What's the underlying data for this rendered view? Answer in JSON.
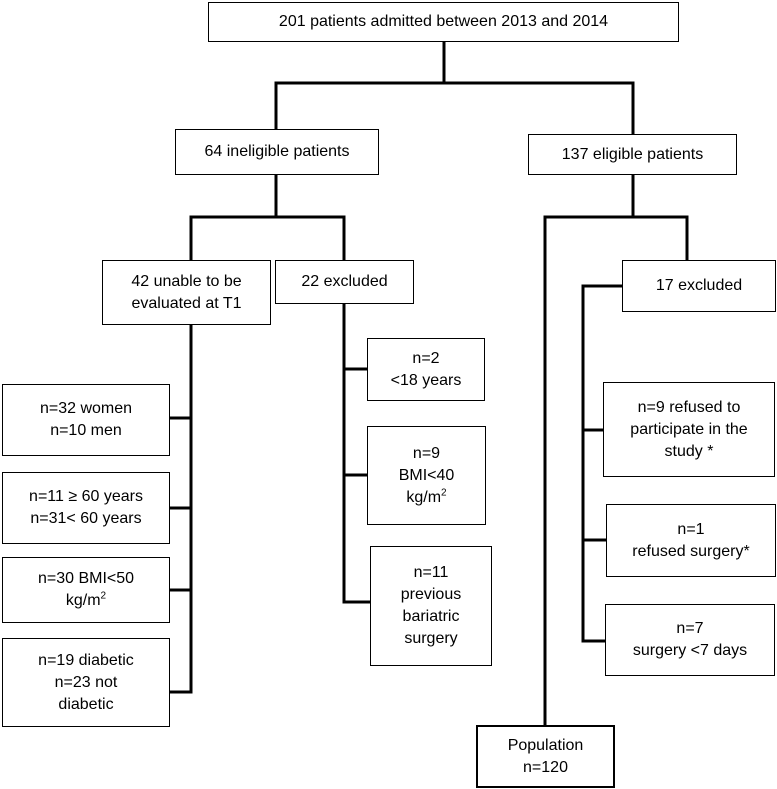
{
  "boxes": {
    "top": {
      "lines": [
        "201 patients admitted between 2013 and 2014"
      ]
    },
    "ineligible": {
      "lines": [
        "64 ineligible patients"
      ]
    },
    "eligible": {
      "lines": [
        "137 eligible patients"
      ]
    },
    "unable": {
      "lines": [
        "42 unable to be",
        "evaluated at T1"
      ]
    },
    "excluded22": {
      "lines": [
        "22 excluded"
      ]
    },
    "excluded17": {
      "lines": [
        "17 excluded"
      ]
    },
    "sex": {
      "lines": [
        "n=32 women",
        "n=10 men"
      ]
    },
    "age": {
      "lines": [
        "n=11 ≥ 60 years",
        "n=31< 60 years"
      ]
    },
    "bmi50": {
      "line1": "n=30 BMI<50",
      "line2_base": "kg/m",
      "line2_sup": "2"
    },
    "diabetic": {
      "lines": [
        "n=19 diabetic",
        "n=23 not",
        "diabetic"
      ]
    },
    "under18": {
      "lines": [
        "n=2",
        "<18 years"
      ]
    },
    "bmi40": {
      "line1": "n=9",
      "line2": "BMI<40",
      "line3_base": "kg/m",
      "line3_sup": "2"
    },
    "bariatric": {
      "lines": [
        "n=11",
        "previous",
        "bariatric",
        "surgery"
      ]
    },
    "refused_study": {
      "lines": [
        "n=9 refused to",
        "participate in the",
        "study *"
      ]
    },
    "refused_surgery": {
      "lines": [
        "n=1",
        "refused surgery*"
      ]
    },
    "surgery7": {
      "lines": [
        "n=7",
        "surgery <7 days"
      ]
    },
    "population": {
      "lines": [
        "Population",
        "n=120"
      ]
    }
  }
}
